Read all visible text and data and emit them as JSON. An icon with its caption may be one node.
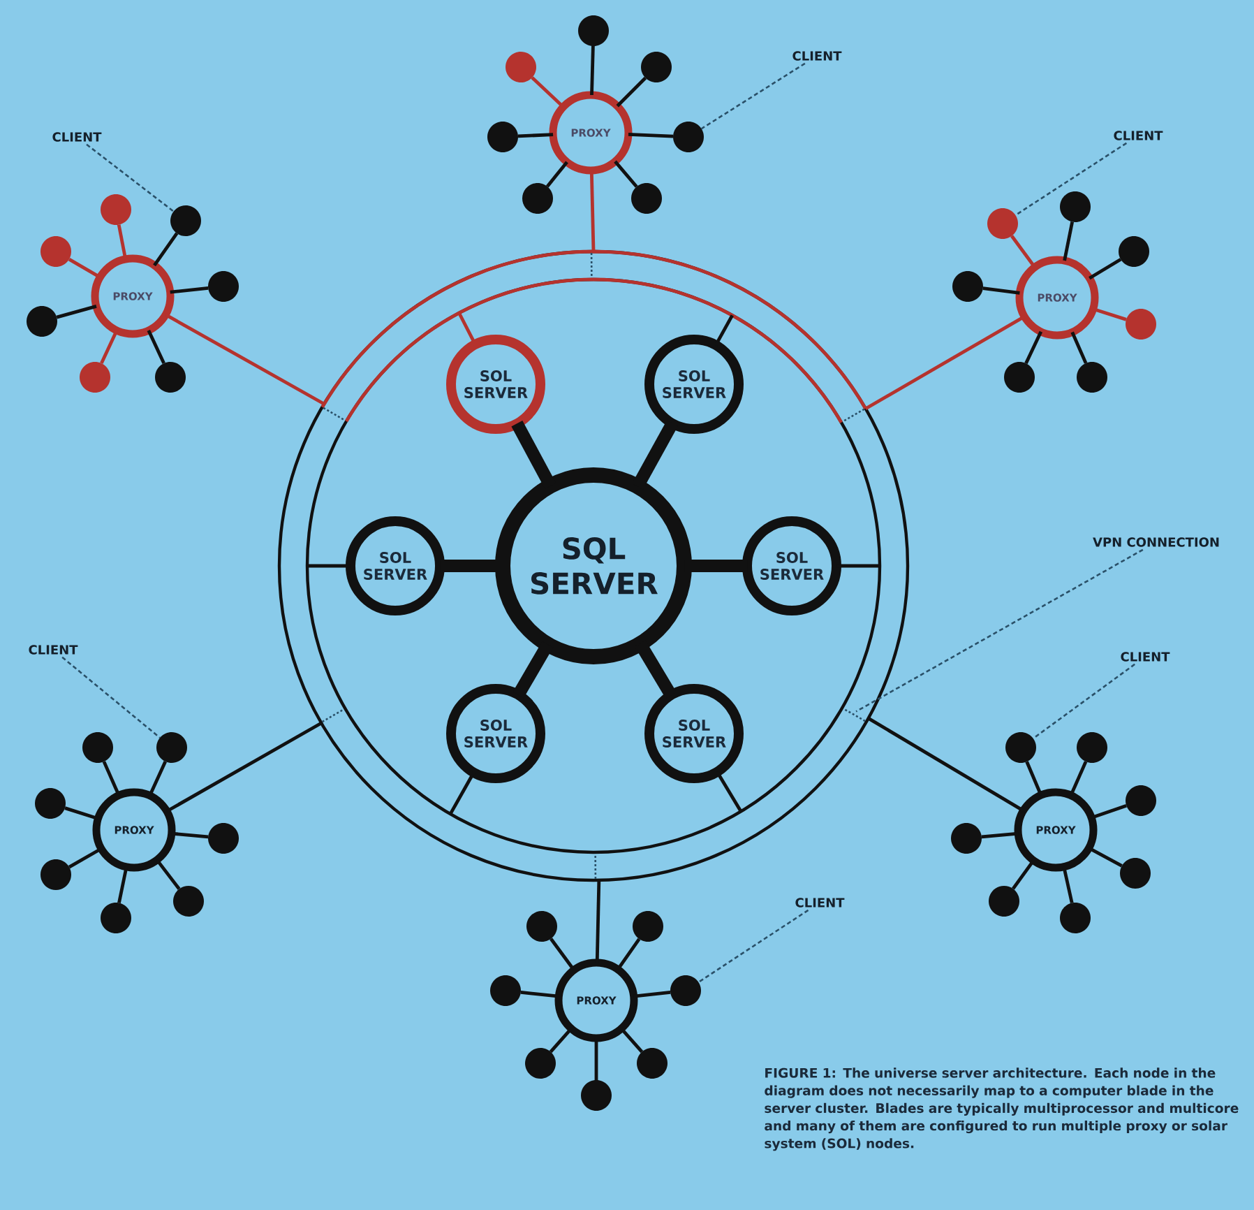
{
  "diagram": {
    "caption": "FIGURE 1: The universe server architecture. Each node in the diagram does not necessarily map to a computer blade in the server cluster. Blades are typically multiprocessor and multicore and many of them are configured to run multiple proxy or solar system (SOL) nodes.",
    "nodes": [
      {
        "text": [],
        "shape": "circle"
      },
      {
        "text": [
          "SQL SERVER"
        ],
        "in": 0
      },
      {
        "text": [
          "SOL SERVER"
        ],
        "in": 0
      },
      {
        "text": [
          "SOL SERVER"
        ],
        "in": 0
      },
      {
        "text": [
          "SOL SERVER"
        ],
        "in": 0
      },
      {
        "text": [
          "SOL SERVER"
        ],
        "in": 0
      },
      {
        "text": [
          "SOL SERVER"
        ],
        "in": 0
      },
      {
        "text": [
          "SOL SERVER"
        ],
        "in": 0
      },
      {
        "text": [
          "PROXY"
        ]
      },
      {
        "text": [
          "PROXY"
        ]
      },
      {
        "text": [
          "PROXY"
        ]
      },
      {
        "text": [
          "PROXY"
        ]
      },
      {
        "text": [
          "PROXY"
        ]
      },
      {
        "text": [
          "PROXY"
        ]
      },
      {
        "text": [],
        "shape": "circle"
      },
      {
        "text": [],
        "shape": "circle"
      },
      {
        "text": [],
        "shape": "circle"
      },
      {
        "text": [],
        "shape": "circle"
      },
      {
        "text": [],
        "shape": "circle"
      },
      {
        "text": [],
        "shape": "circle"
      },
      {
        "text": [],
        "shape": "circle"
      },
      {
        "text": [],
        "shape": "circle"
      },
      {
        "text": [],
        "shape": "circle"
      },
      {
        "text": [],
        "shape": "circle"
      },
      {
        "text": [],
        "shape": "circle"
      },
      {
        "text": [],
        "shape": "circle"
      },
      {
        "text": [],
        "shape": "circle"
      },
      {
        "text": [],
        "shape": "circle"
      },
      {
        "text": [],
        "shape": "circle"
      },
      {
        "text": [],
        "shape": "circle"
      },
      {
        "text": [],
        "shape": "circle"
      },
      {
        "text": [],
        "shape": "circle"
      },
      {
        "text": [],
        "shape": "circle"
      },
      {
        "text": [],
        "shape": "circle"
      },
      {
        "text": [],
        "shape": "circle"
      },
      {
        "text": [],
        "shape": "circle"
      },
      {
        "text": [],
        "shape": "circle"
      },
      {
        "text": [],
        "shape": "circle"
      },
      {
        "text": [],
        "shape": "circle"
      },
      {
        "text": [],
        "shape": "circle"
      },
      {
        "text": [],
        "shape": "circle"
      },
      {
        "text": [],
        "shape": "circle"
      },
      {
        "text": [],
        "shape": "circle"
      },
      {
        "text": [],
        "shape": "circle"
      },
      {
        "text": [],
        "shape": "circle"
      },
      {
        "text": [],
        "shape": "circle"
      },
      {
        "text": [],
        "shape": "circle"
      },
      {
        "text": [],
        "shape": "circle"
      },
      {
        "text": [],
        "shape": "circle"
      },
      {
        "text": [],
        "shape": "circle"
      },
      {
        "text": [],
        "shape": "circle"
      },
      {
        "text": [],
        "shape": "circle"
      },
      {
        "text": [],
        "shape": "circle"
      },
      {
        "text": [],
        "shape": "circle"
      },
      {
        "text": [],
        "shape": "circle"
      },
      {
        "text": [],
        "shape": "circle"
      },
      {
        "text": [
          "CLIENT"
        ]
      },
      {
        "text": [
          "CLIENT"
        ]
      },
      {
        "text": [
          "CLIENT"
        ]
      },
      {
        "text": [
          "VPN CONNECTION"
        ]
      },
      {
        "text": [
          "CLIENT"
        ]
      },
      {
        "text": [
          "CLIENT"
        ]
      },
      {
        "text": [
          "CLIENT"
        ]
      }
    ],
    "edges": [
      {
        "from": 1,
        "to": 2,
        "arrow": "none",
        "style": "thick"
      },
      {
        "from": 1,
        "to": 3,
        "arrow": "none",
        "style": "thick"
      },
      {
        "from": 1,
        "to": 4,
        "arrow": "none",
        "style": "thick"
      },
      {
        "from": 1,
        "to": 5,
        "arrow": "none",
        "style": "thick"
      },
      {
        "from": 1,
        "to": 6,
        "arrow": "none",
        "style": "thick"
      },
      {
        "from": 1,
        "to": 7,
        "arrow": "none",
        "style": "thick"
      },
      {
        "from": 2,
        "to": 0,
        "arrow": "none",
        "color": "#b5332e"
      },
      {
        "from": 3,
        "to": 0,
        "arrow": "none"
      },
      {
        "from": 4,
        "to": 0,
        "arrow": "none"
      },
      {
        "from": 5,
        "to": 0,
        "arrow": "none"
      },
      {
        "from": 6,
        "to": 0,
        "arrow": "none"
      },
      {
        "from": 7,
        "to": 0,
        "arrow": "none"
      },
      {
        "from": 8,
        "to": 0,
        "arrow": "none",
        "color": "#b5332e"
      },
      {
        "from": 9,
        "to": 0,
        "arrow": "none",
        "color": "#b5332e"
      },
      {
        "from": 10,
        "to": 0,
        "arrow": "none",
        "color": "#b5332e"
      },
      {
        "from": 11,
        "to": 0,
        "arrow": "none"
      },
      {
        "from": 12,
        "to": 0,
        "arrow": "none"
      },
      {
        "from": 13,
        "to": 0,
        "arrow": "none"
      },
      {
        "from": 8,
        "to": 14,
        "arrow": "none",
        "color": "#b5332e"
      },
      {
        "from": 8,
        "to": 15,
        "arrow": "none"
      },
      {
        "from": 8,
        "to": 16,
        "arrow": "none"
      },
      {
        "from": 8,
        "to": 17,
        "arrow": "none"
      },
      {
        "from": 8,
        "to": 18,
        "arrow": "none"
      },
      {
        "from": 8,
        "to": 19,
        "arrow": "none"
      },
      {
        "from": 8,
        "to": 20,
        "arrow": "none"
      },
      {
        "from": 9,
        "to": 21,
        "arrow": "none",
        "color": "#b5332e"
      },
      {
        "from": 9,
        "to": 22,
        "arrow": "none"
      },
      {
        "from": 9,
        "to": 23,
        "arrow": "none",
        "color": "#b5332e"
      },
      {
        "from": 9,
        "to": 24,
        "arrow": "none"
      },
      {
        "from": 9,
        "to": 25,
        "arrow": "none"
      },
      {
        "from": 9,
        "to": 26,
        "arrow": "none",
        "color": "#b5332e"
      },
      {
        "from": 9,
        "to": 27,
        "arrow": "none"
      },
      {
        "from": 10,
        "to": 28,
        "arrow": "none",
        "color": "#b5332e"
      },
      {
        "from": 10,
        "to": 29,
        "arrow": "none"
      },
      {
        "from": 10,
        "to": 30,
        "arrow": "none"
      },
      {
        "from": 10,
        "to": 31,
        "arrow": "none"
      },
      {
        "from": 10,
        "to": 32,
        "arrow": "none",
        "color": "#b5332e"
      },
      {
        "from": 10,
        "to": 33,
        "arrow": "none"
      },
      {
        "from": 10,
        "to": 34,
        "arrow": "none"
      },
      {
        "from": 11,
        "to": 35,
        "arrow": "none"
      },
      {
        "from": 11,
        "to": 36,
        "arrow": "none"
      },
      {
        "from": 11,
        "to": 37,
        "arrow": "none"
      },
      {
        "from": 11,
        "to": 38,
        "arrow": "none"
      },
      {
        "from": 11,
        "to": 39,
        "arrow": "none"
      },
      {
        "from": 11,
        "to": 40,
        "arrow": "none"
      },
      {
        "from": 11,
        "to": 41,
        "arrow": "none"
      },
      {
        "from": 12,
        "to": 42,
        "arrow": "none"
      },
      {
        "from": 12,
        "to": 43,
        "arrow": "none"
      },
      {
        "from": 12,
        "to": 44,
        "arrow": "none"
      },
      {
        "from": 12,
        "to": 45,
        "arrow": "none"
      },
      {
        "from": 12,
        "to": 46,
        "arrow": "none"
      },
      {
        "from": 12,
        "to": 47,
        "arrow": "none"
      },
      {
        "from": 12,
        "to": 48,
        "arrow": "none"
      },
      {
        "from": 13,
        "to": 49,
        "arrow": "none"
      },
      {
        "from": 13,
        "to": 50,
        "arrow": "none"
      },
      {
        "from": 13,
        "to": 51,
        "arrow": "none"
      },
      {
        "from": 13,
        "to": 52,
        "arrow": "none"
      },
      {
        "from": 13,
        "to": 53,
        "arrow": "none"
      },
      {
        "from": 13,
        "to": 54,
        "arrow": "none"
      },
      {
        "from": 13,
        "to": 55,
        "arrow": "none"
      },
      {
        "from": 56,
        "to": 17,
        "arrow": "none",
        "style": "dashed",
        "color": "#2a5068"
      },
      {
        "from": 57,
        "to": 22,
        "arrow": "none",
        "style": "dashed",
        "color": "#2a5068"
      },
      {
        "from": 58,
        "to": 28,
        "arrow": "none",
        "style": "dashed",
        "color": "#2a5068"
      },
      {
        "from": 59,
        "to": 0,
        "arrow": "none",
        "style": "dashed",
        "color": "#2a5068"
      },
      {
        "from": 60,
        "to": 36,
        "arrow": "none",
        "style": "dashed",
        "color": "#2a5068"
      },
      {
        "from": 61,
        "to": 42,
        "arrow": "none",
        "style": "dashed",
        "color": "#2a5068"
      },
      {
        "from": 62,
        "to": 52,
        "arrow": "none",
        "style": "dashed",
        "color": "#2a5068"
      }
    ]
  }
}
